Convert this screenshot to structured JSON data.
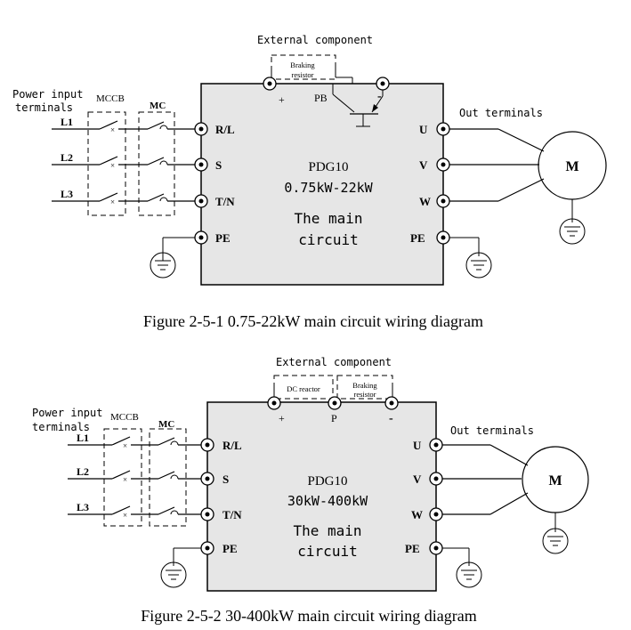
{
  "diagram1": {
    "external_component": "External component",
    "braking_resistor_line1": "Braking",
    "braking_resistor_line2": "resistor",
    "plus": "+",
    "pb": "PB",
    "minus": "-",
    "power_input_line1": "Power input",
    "power_input_line2": "terminals",
    "mccb": "MCCB",
    "mc": "MC",
    "lines": [
      "L1",
      "L2",
      "L3"
    ],
    "left_terminals": [
      "R/L",
      "S",
      "T/N",
      "PE"
    ],
    "right_terminals": [
      "U",
      "V",
      "W",
      "PE"
    ],
    "out_terminals": "Out terminals",
    "model": "PDG10",
    "range": "0.75kW-22kW",
    "main_line1": "The main",
    "main_line2": "circuit",
    "motor": "M",
    "caption": "Figure 2-5-1 0.75-22kW main circuit wiring diagram"
  },
  "diagram2": {
    "external_component": "External component",
    "dc_reactor": "DC reactor",
    "braking_resistor_line1": "Braking",
    "braking_resistor_line2": "resistor",
    "plus": "+",
    "p": "P",
    "minus": "-",
    "power_input_line1": "Power input",
    "power_input_line2": "terminals",
    "mccb": "MCCB",
    "mc": "MC",
    "lines": [
      "L1",
      "L2",
      "L3"
    ],
    "left_terminals": [
      "R/L",
      "S",
      "T/N",
      "PE"
    ],
    "right_terminals": [
      "U",
      "V",
      "W",
      "PE"
    ],
    "out_terminals": "Out terminals",
    "model": "PDG10",
    "range": "30kW-400kW",
    "main_line1": "The main",
    "main_line2": "circuit",
    "motor": "M",
    "caption": "Figure 2-5-2 30-400kW main circuit wiring diagram"
  }
}
